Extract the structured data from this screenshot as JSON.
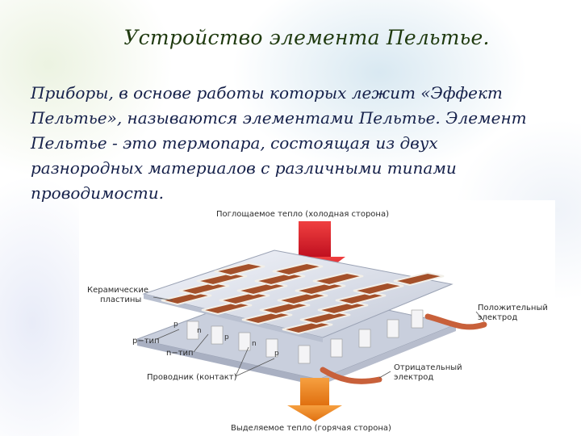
{
  "title": "Устройство  элемента Пельтье.",
  "body": "Приборы, в основе работы которых лежит «Эффект Пельтье», называются элементами Пельтье. Элемент Пельтье - это термопара, состоящая из двух разнородных материалов с различными типами проводимости.",
  "diagram": {
    "label_top": "Поглощаемое тепло (холодная сторона)",
    "label_bottom": "Выделяемое тепло (горячая сторона)",
    "label_ceramic_1": "Керамические",
    "label_ceramic_2": "пластины",
    "label_ptype": "p−тип",
    "label_ntype": "n−тип",
    "label_conductor": "Проводник (контакт)",
    "label_pos_1": "Положительный",
    "label_pos_2": "электрод",
    "label_neg_1": "Отрицательный",
    "label_neg_2": "электрод",
    "p_letter": "p",
    "n_letter": "n",
    "colors": {
      "cold_arrow": "#e0202a",
      "hot_arrow": "#f08a1c",
      "ceramic": "#d6dbe8",
      "conductor": "#a4502a",
      "electrode": "#c8603a"
    }
  }
}
